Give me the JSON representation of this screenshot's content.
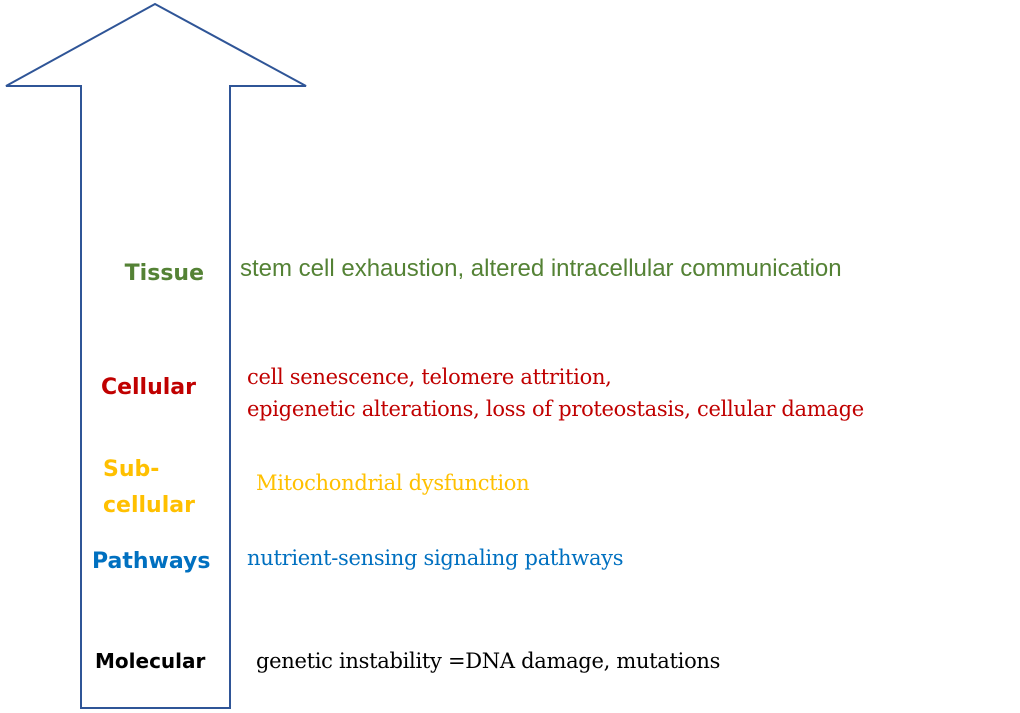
{
  "colors": {
    "arrow": "#2f5597",
    "tissue": "#548235",
    "cellular": "#c00000",
    "subcellular": "#ffc000",
    "pathways": "#0070c0",
    "molecular": "#000000"
  },
  "levels": [
    {
      "label": "Tissue",
      "description": "stem cell exhaustion, altered intracellular communication"
    },
    {
      "label": "Cellular",
      "description_lines": [
        "cell senescence, telomere attrition,",
        "epigenetic alterations, loss of proteostasis, cellular damage"
      ]
    },
    {
      "label_lines": [
        "Sub-",
        "cellular"
      ],
      "description": "Mitochondrial dysfunction"
    },
    {
      "label": "Pathways",
      "description": "nutrient-sensing signaling pathways"
    },
    {
      "label": "Molecular",
      "description": "genetic instability =DNA damage, mutations"
    }
  ]
}
